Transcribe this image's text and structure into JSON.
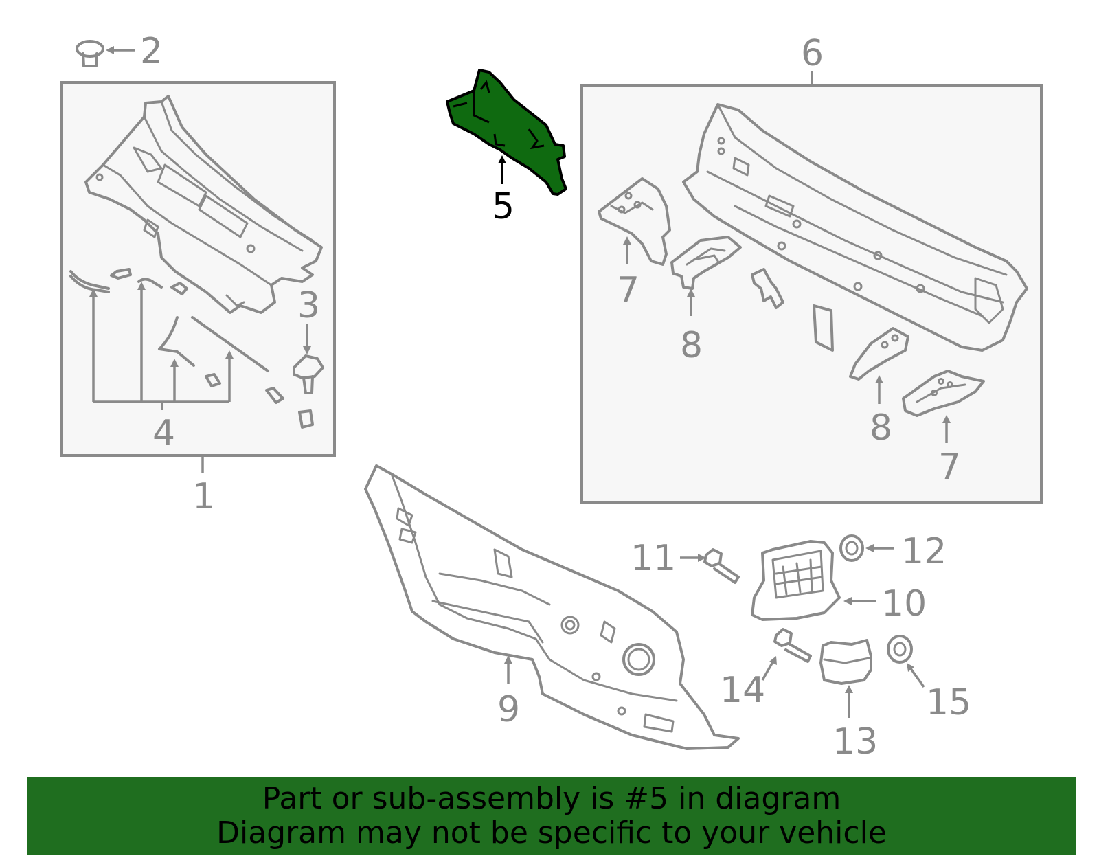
{
  "colors": {
    "highlight_part": "#0f6a10",
    "banner_background": "#1f6e1f",
    "line_gray": "#8a8a8a",
    "box_fill": "#f7f7f7"
  },
  "callouts": {
    "c1": "1",
    "c2": "2",
    "c3": "3",
    "c4": "4",
    "c5": "5",
    "c6": "6",
    "c7a": "7",
    "c7b": "7",
    "c8a": "8",
    "c8b": "8",
    "c9": "9",
    "c10": "10",
    "c11": "11",
    "c12": "12",
    "c13": "13",
    "c14": "14",
    "c15": "15"
  },
  "highlighted_part": "5",
  "banner": {
    "line1": "Part or sub-assembly is #5 in diagram",
    "line2": "Diagram may not be specific to your vehicle"
  }
}
